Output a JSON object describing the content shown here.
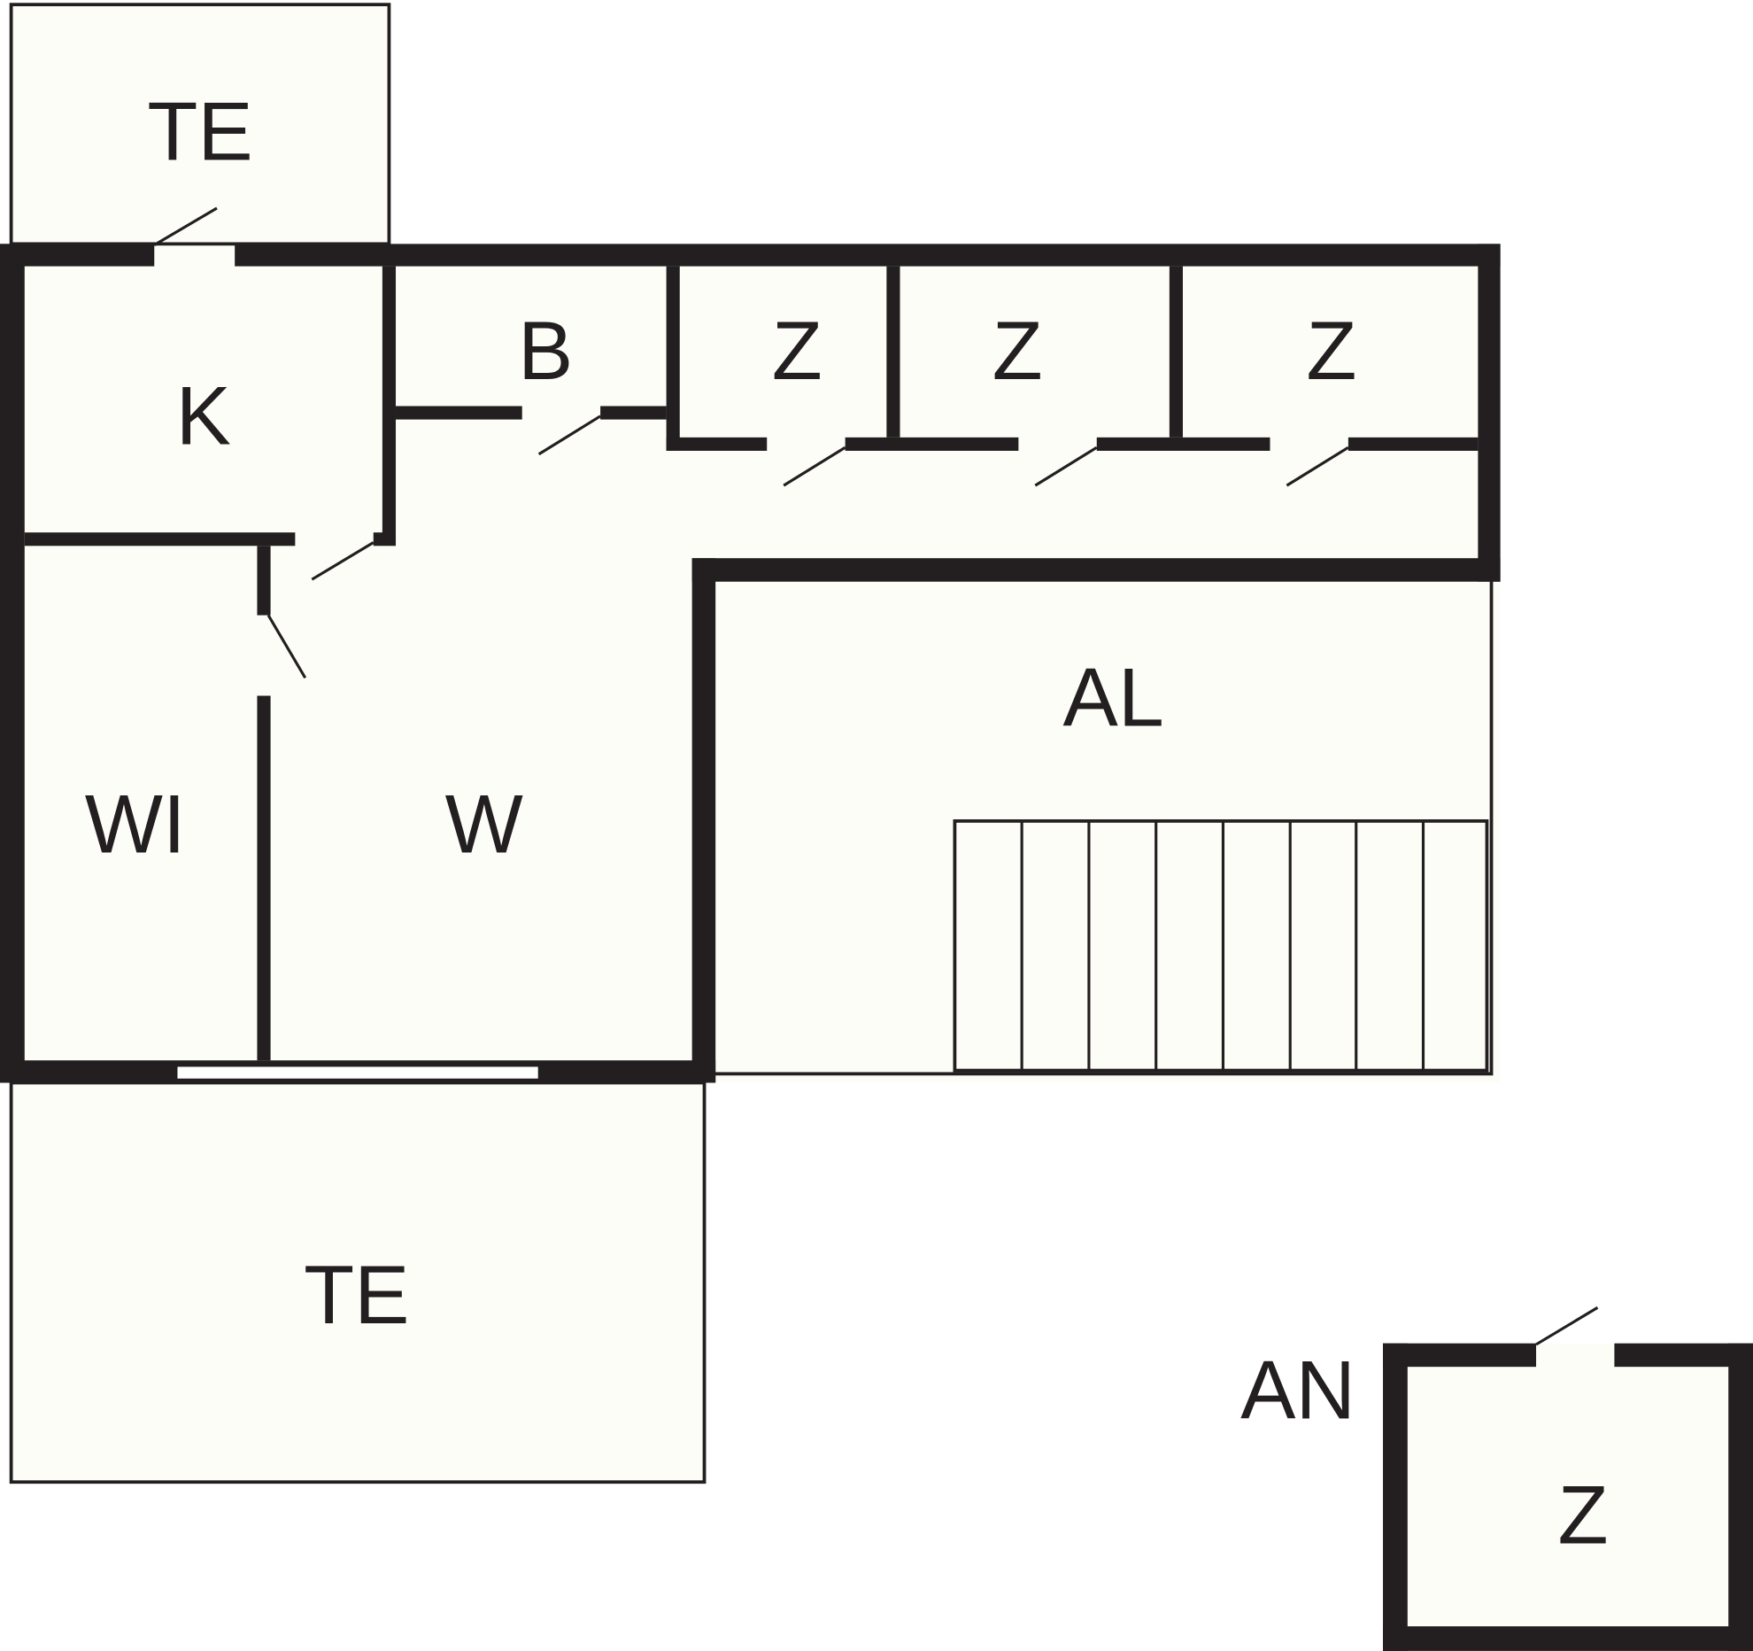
{
  "floorplan": {
    "rooms": [
      {
        "id": "te-top",
        "label": "TE"
      },
      {
        "id": "k",
        "label": "K"
      },
      {
        "id": "b",
        "label": "B"
      },
      {
        "id": "z1",
        "label": "Z"
      },
      {
        "id": "z2",
        "label": "Z"
      },
      {
        "id": "z3",
        "label": "Z"
      },
      {
        "id": "al",
        "label": "AL"
      },
      {
        "id": "wi",
        "label": "WI"
      },
      {
        "id": "w",
        "label": "W"
      },
      {
        "id": "te-bottom",
        "label": "TE"
      },
      {
        "id": "an",
        "label": "AN"
      },
      {
        "id": "z-outbuilding",
        "label": "Z"
      }
    ],
    "stair_steps": 8,
    "colors": {
      "wall": "#231f20",
      "floor": "#fdfdf8",
      "background": "#ffffff"
    }
  }
}
